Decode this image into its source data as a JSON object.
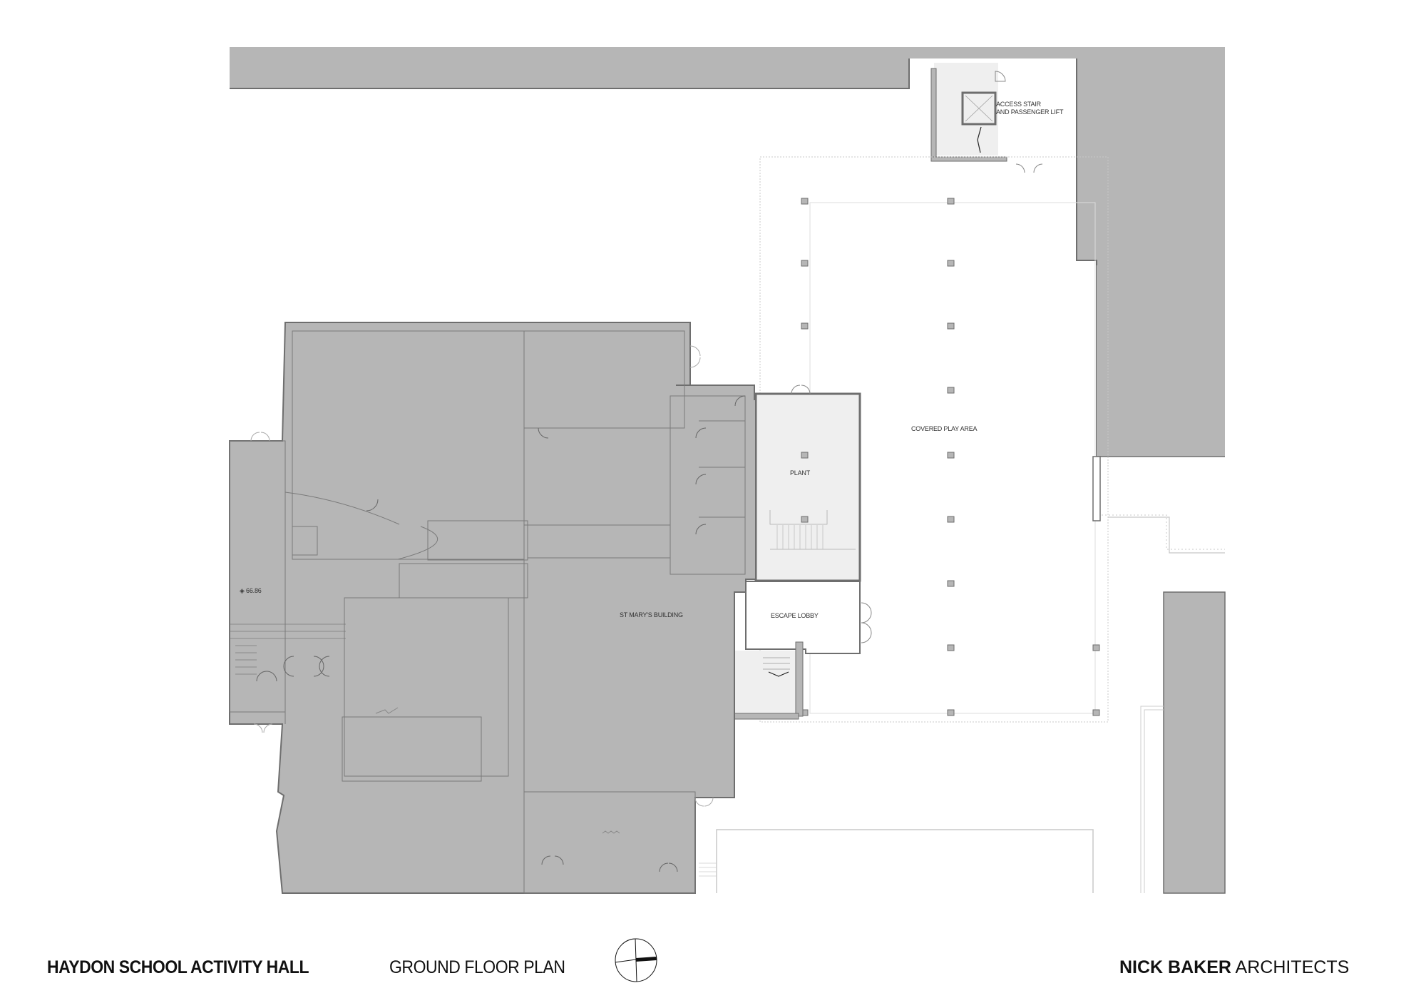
{
  "drawing": {
    "project_title": "HAYDON SCHOOL ACTIVITY HALL",
    "sheet_title": "GROUND FLOOR PLAN",
    "firm_name_bold": "NICK BAKER",
    "firm_name_regular": "ARCHITECTS",
    "north_arrow_icon": "north-arrow-icon"
  },
  "rooms": {
    "access_stair_line1": "ACCESS STAIR",
    "access_stair_line2": "AND PASSENGER LIFT",
    "covered_play_area": "COVERED PLAY AREA",
    "plant": "PLANT",
    "escape_lobby": "ESCAPE LOBBY",
    "st_marys_building": "ST MARY'S BUILDING"
  },
  "levels": {
    "spot_level": "66.86",
    "spot_level_icon": "level-marker-icon"
  },
  "colors": {
    "existing_fill": "#b6b6b6",
    "new_fill_light": "#efefef",
    "wall_line": "#6e6e6e",
    "dashed_line": "#bdbdbd",
    "text": "#111111"
  }
}
